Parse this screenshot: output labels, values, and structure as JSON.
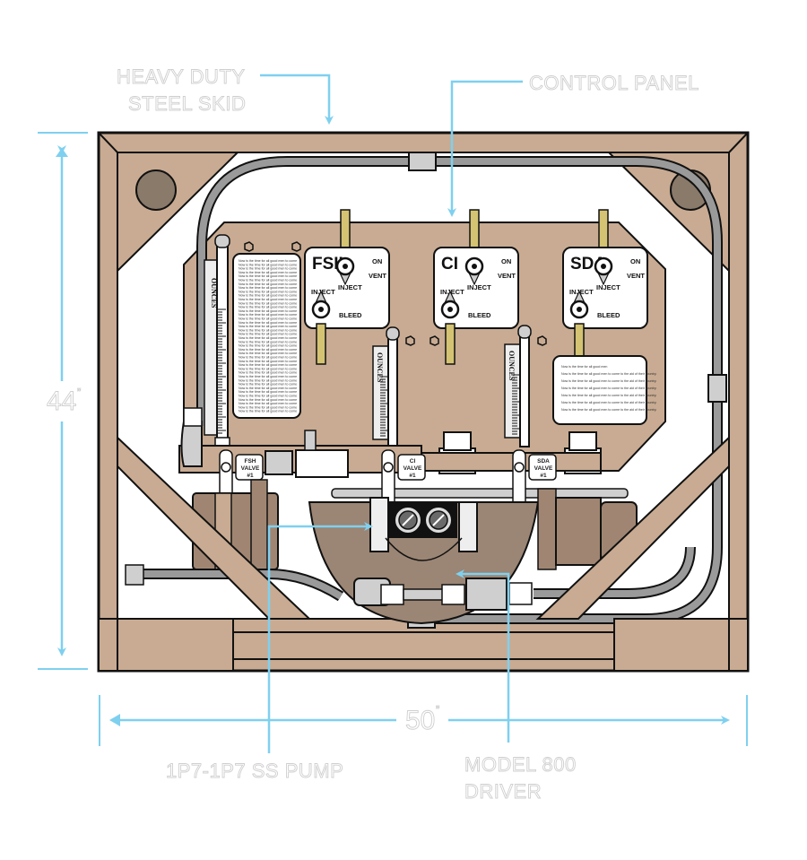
{
  "diagram": {
    "title": "Fuel Additive Injection Skid - Front View",
    "callouts": {
      "skid": [
        "HEAVY DUTY",
        "STEEL SKID"
      ],
      "control_panel": "CONTROL PANEL",
      "pump": "1P7-1P7 SS PUMP",
      "driver": [
        "MODEL 800",
        "DRIVER"
      ]
    },
    "dimensions": {
      "height": {
        "value": "44",
        "unit": "”"
      },
      "width": {
        "value": "50",
        "unit": "”"
      }
    },
    "panels": [
      {
        "name": "FSII",
        "on": "ON",
        "vent": "VENT",
        "inject_top": "INJECT",
        "inject_left": "INJECT",
        "bleed": "BLEED"
      },
      {
        "name": "CI",
        "on": "ON",
        "vent": "VENT",
        "inject_top": "INJECT",
        "inject_left": "INJECT",
        "bleed": "BLEED"
      },
      {
        "name": "SDA",
        "on": "ON",
        "vent": "VENT",
        "inject_top": "INJECT",
        "inject_left": "INJECT",
        "bleed": "BLEED"
      }
    ],
    "gauge_label": "OUNCES",
    "valves": [
      {
        "lines": [
          "FSH",
          "VALVE",
          "#1"
        ]
      },
      {
        "lines": [
          "CI",
          "VALVE",
          "#1"
        ]
      },
      {
        "lines": [
          "SDA",
          "VALVE",
          "#1"
        ]
      }
    ],
    "instruction_text": {
      "line": "Now is the time for all good men to come to the aid of their country.",
      "short": "Now is the time for all good men"
    },
    "colors": {
      "frame": "#c8ab92",
      "frame_dark": "#a08672",
      "hole": "#8a7a6a",
      "hose": "#9a9a9a",
      "valve_handle": "#d4c372",
      "callout_line": "#7fd0ef",
      "pump_body": "#9b8574",
      "outline": "#111111"
    }
  }
}
